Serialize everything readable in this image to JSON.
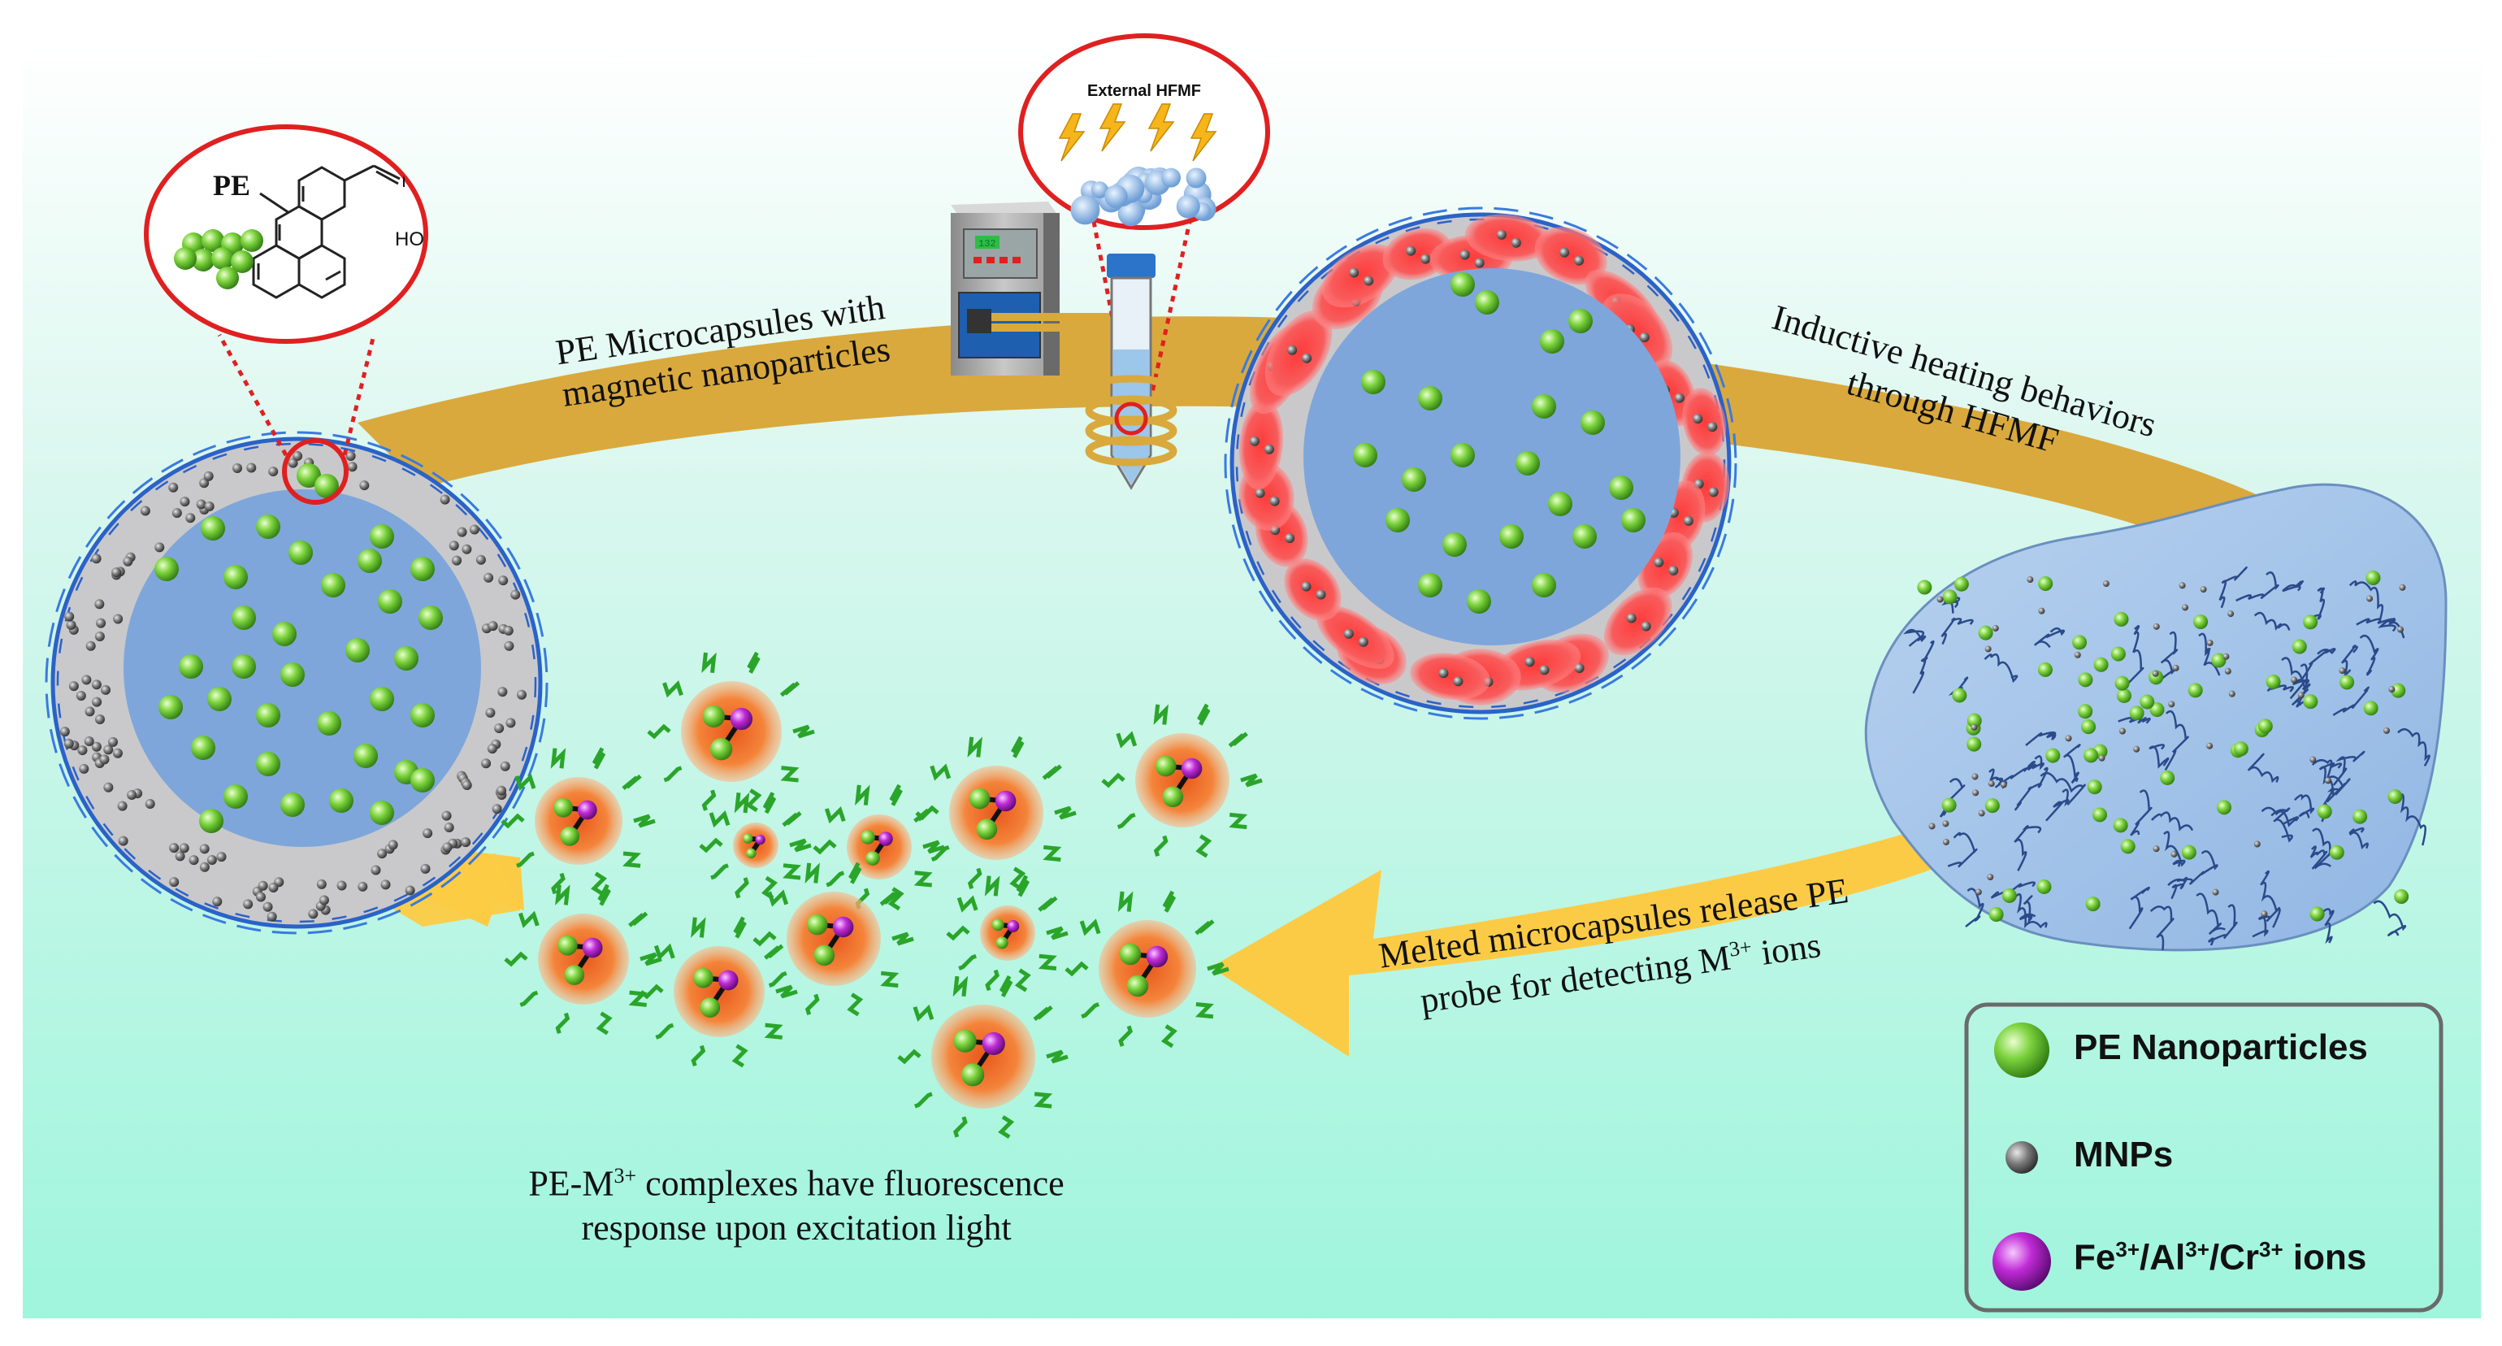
{
  "labels": {
    "microcapsules": [
      "PE Microcapsules with",
      "magnetic nanoparticles"
    ],
    "inductive": [
      "Inductive heating behaviors",
      "through HFMF"
    ],
    "melted_line1": "Melted microcapsules release PE",
    "melted_line2_pre": "probe for detecting M",
    "melted_line2_sup": "3+",
    "melted_line2_post": " ions",
    "complexes_line1_pre": "PE-M",
    "complexes_line1_sup": "3+",
    "complexes_line1_post": " complexes have fluorescence",
    "complexes_line2": "response upon excitation light",
    "external_hfmf": "External HFMF",
    "pe_tag": "PE",
    "n_atom": "N",
    "ho_group": "HO",
    "device_display": "132"
  },
  "legend": {
    "items": [
      {
        "label": "PE Nanoparticles",
        "icon": "green-sphere-icon"
      },
      {
        "label": "MNPs",
        "icon": "grey-sphere-icon"
      },
      {
        "label_parts": [
          "Fe",
          "3+",
          "/Al",
          "3+",
          "/Cr",
          "3+",
          " ions"
        ],
        "icon": "purple-sphere-icon"
      }
    ]
  },
  "colors": {
    "background_top": "#ffffff",
    "background_bottom": "#9ff5dc",
    "belt": "#d9a93d",
    "arrow_yellow": "#fccb45",
    "core_blue": "#7ea6da",
    "shell_grey": "#c9c9cb",
    "pe_green": "#7bd23c",
    "mnp_grey": "#5a5a5a",
    "ion_purple": "#c02bd6",
    "complex_orange": "#f4843a",
    "heat_red": "#f44a4a",
    "zoom_red": "#e02020",
    "fiber_blue": "#2a62c8"
  }
}
